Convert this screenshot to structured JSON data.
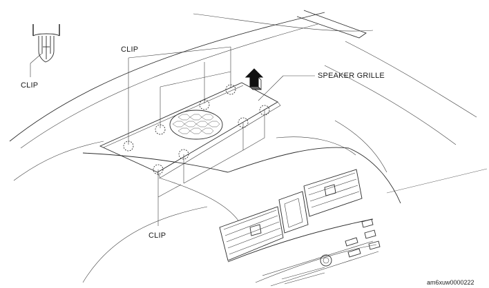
{
  "labels": {
    "clip_inset": "CLIP",
    "clip_top": "CLIP",
    "clip_bottom": "CLIP",
    "speaker_grille": "SPEAKER GRILLE",
    "image_id": "am6xuw0000222"
  },
  "icons": {
    "removal_arrow": "up-arrow-icon",
    "clip_detail": "clip-icon"
  }
}
